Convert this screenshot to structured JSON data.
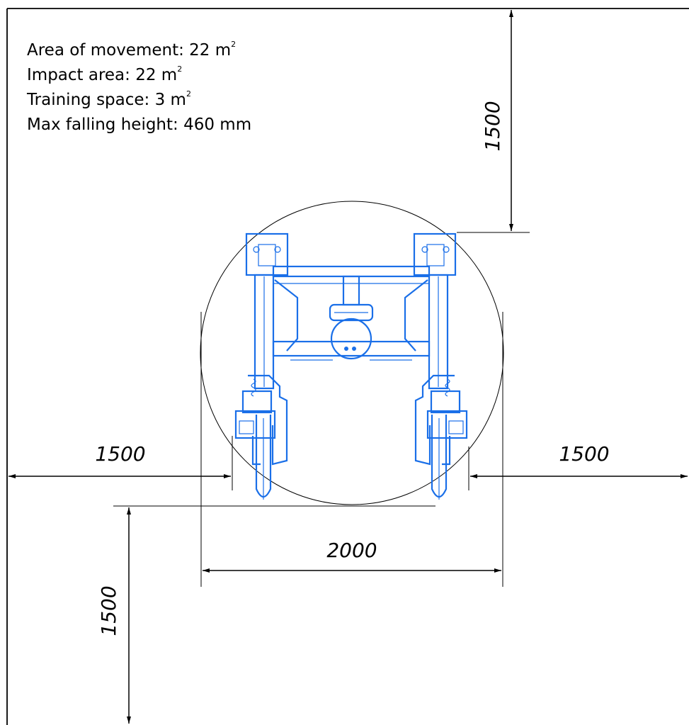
{
  "info": {
    "area_of_movement_label": "Area of movement: 22 m",
    "impact_area_label": "Impact area: 22 m",
    "training_space_label": "Training space: 3 m",
    "max_falling_height_label": "Max falling height: 460 mm",
    "superscript": "2"
  },
  "dimensions": {
    "top": "1500",
    "left": "1500",
    "right": "1500",
    "bottom": "1500",
    "width": "2000"
  },
  "colors": {
    "equipment": "#1a6fe8",
    "lines": "#000000"
  }
}
